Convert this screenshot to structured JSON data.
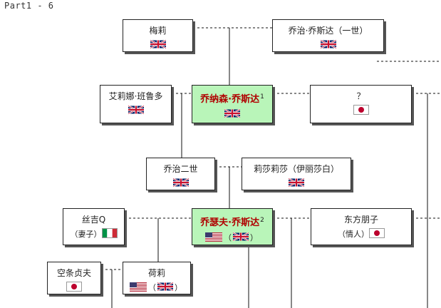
{
  "header": {
    "title": "Part1 - 6"
  },
  "nodes": {
    "meili": {
      "name": "梅莉",
      "flags": [
        "uk"
      ]
    },
    "george1": {
      "name": "乔治·乔斯达（一世）",
      "flags": [
        "uk"
      ]
    },
    "erina": {
      "name": "艾莉娜·班鲁多",
      "flags": [
        "uk"
      ]
    },
    "jonathan": {
      "name": "乔纳森·乔斯达",
      "sup": "1",
      "flags": [
        "uk"
      ]
    },
    "unknown": {
      "name": "？",
      "flags": [
        "jp"
      ]
    },
    "george2": {
      "name": "乔治二世",
      "flags": [
        "uk"
      ]
    },
    "elizabeth": {
      "name": "莉莎莉莎（伊丽莎白）",
      "flags": [
        "uk"
      ]
    },
    "suzi": {
      "name": "丝吉Q",
      "note": "（妻子）",
      "flags": [
        "it"
      ]
    },
    "joseph": {
      "name": "乔瑟夫·乔斯达",
      "sup": "2",
      "paren_open": "（",
      "paren_close": "）",
      "flags": [
        "us",
        "uk"
      ]
    },
    "tomoko": {
      "name": "东方朋子",
      "note": "（情人）",
      "flags": [
        "jp"
      ]
    },
    "sadao": {
      "name": "空条贞夫",
      "flags": [
        "jp"
      ]
    },
    "holly": {
      "name": "荷莉",
      "paren_open": "（",
      "paren_close": "）",
      "flags": [
        "us",
        "uk"
      ]
    }
  },
  "flag_icons": {
    "uk": "uk-flag-icon",
    "us": "us-flag-icon",
    "jp": "japan-flag-icon",
    "it": "italy-flag-icon"
  },
  "colors": {
    "highlight": "#b9f5b9",
    "highlight_name": "#b00000",
    "border": "#222222"
  }
}
